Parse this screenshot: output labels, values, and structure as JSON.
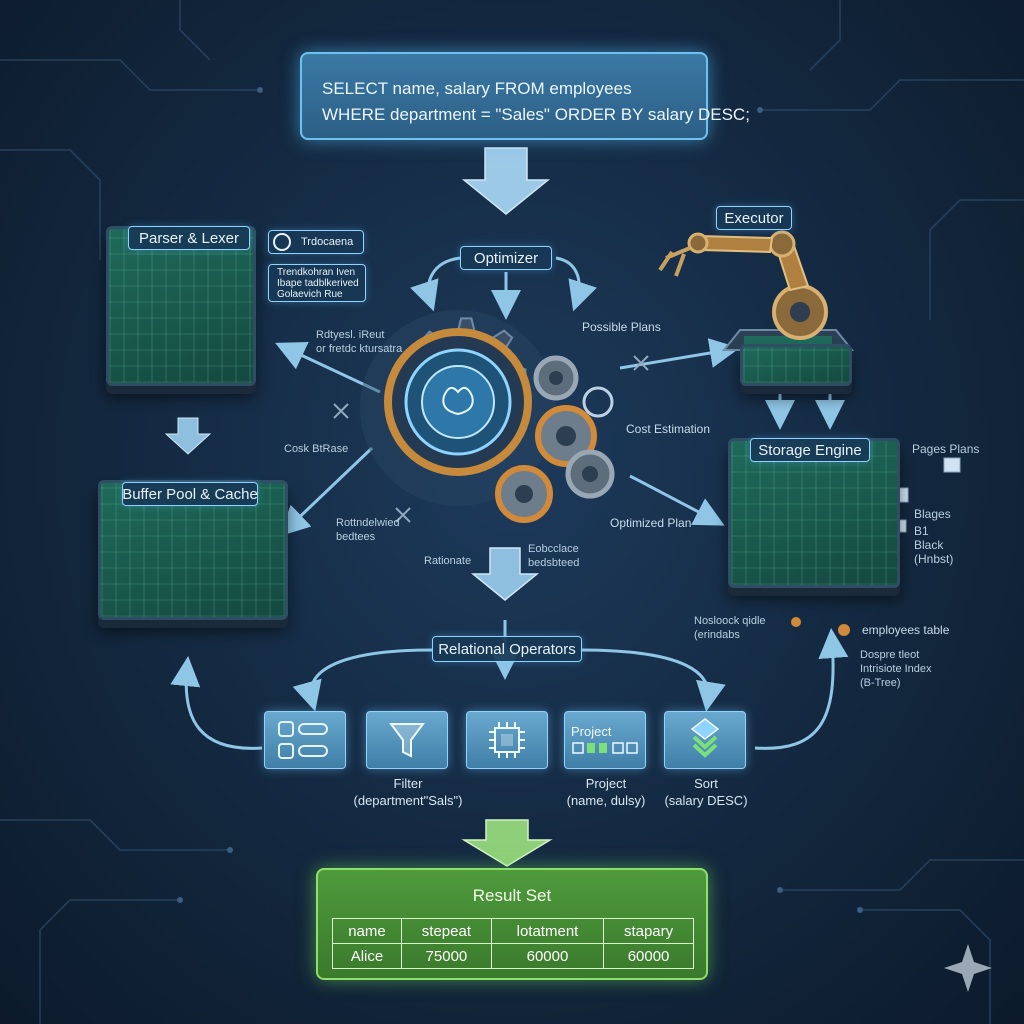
{
  "query": {
    "line1": "SELECT name, salary FROM employees",
    "line2": "WHERE department = \"Sales\" ORDER BY salary DESC;"
  },
  "parser": {
    "title": "Parser & Lexer",
    "tag": "Trdocaena",
    "note_line1": "Trendkohran Iven",
    "note_line2": "Ibape tadblkerived",
    "note_line3": "Golaevich Rue"
  },
  "optimizer": {
    "title": "Optimizer",
    "possible_plans": "Possible Plans",
    "cost_estimation": "Cost Estimation",
    "optimized_plan": "Optimized Plan",
    "left_note_line1": "Rdtyesl. iReut",
    "left_note_line2": "or fretdc ktursatra",
    "cost_label": "Cosk BtRase",
    "bottom_note_line1": "Rottndelwied",
    "bottom_note_line2": "bedtees",
    "rationale": "Rationate",
    "bottom_right_line1": "Eobcclace",
    "bottom_right_line2": "bedsbteed"
  },
  "executor": {
    "title": "Executor"
  },
  "buffer": {
    "title": "Buffer Pool & Cache"
  },
  "storage": {
    "title": "Storage Engine",
    "pages": "Pages Plans",
    "blages": "Blages",
    "b1": "B1",
    "black_line1": "Black",
    "black_line2": "(Hnbst)",
    "note_line1": "Nosloock qidle",
    "note_line2": "(erindabs",
    "employees_table": "employees table",
    "index_line1": "Dospre tleot",
    "index_line2": "Intrisiote Index",
    "index_line3": "(B-Tree)"
  },
  "relational": {
    "title": "Relational Operators"
  },
  "operators": {
    "project_card_title": "Project",
    "filter_line1": "Filter",
    "filter_line2": "(department\"Sals\")",
    "project_line1": "Project",
    "project_line2": "(name, dulsy)",
    "sort_line1": "Sort",
    "sort_line2": "(salary DESC)"
  },
  "result": {
    "title": "Result Set",
    "headers": [
      "name",
      "stepeat",
      "lotatment",
      "stapary"
    ],
    "row": [
      "Alice",
      "75000",
      "60000",
      "60000"
    ]
  },
  "colors": {
    "accent": "#6cc3f2",
    "result_green": "#4f9a3c",
    "board_green": "#1f6a5a",
    "gear_orange": "#d08a3a"
  }
}
